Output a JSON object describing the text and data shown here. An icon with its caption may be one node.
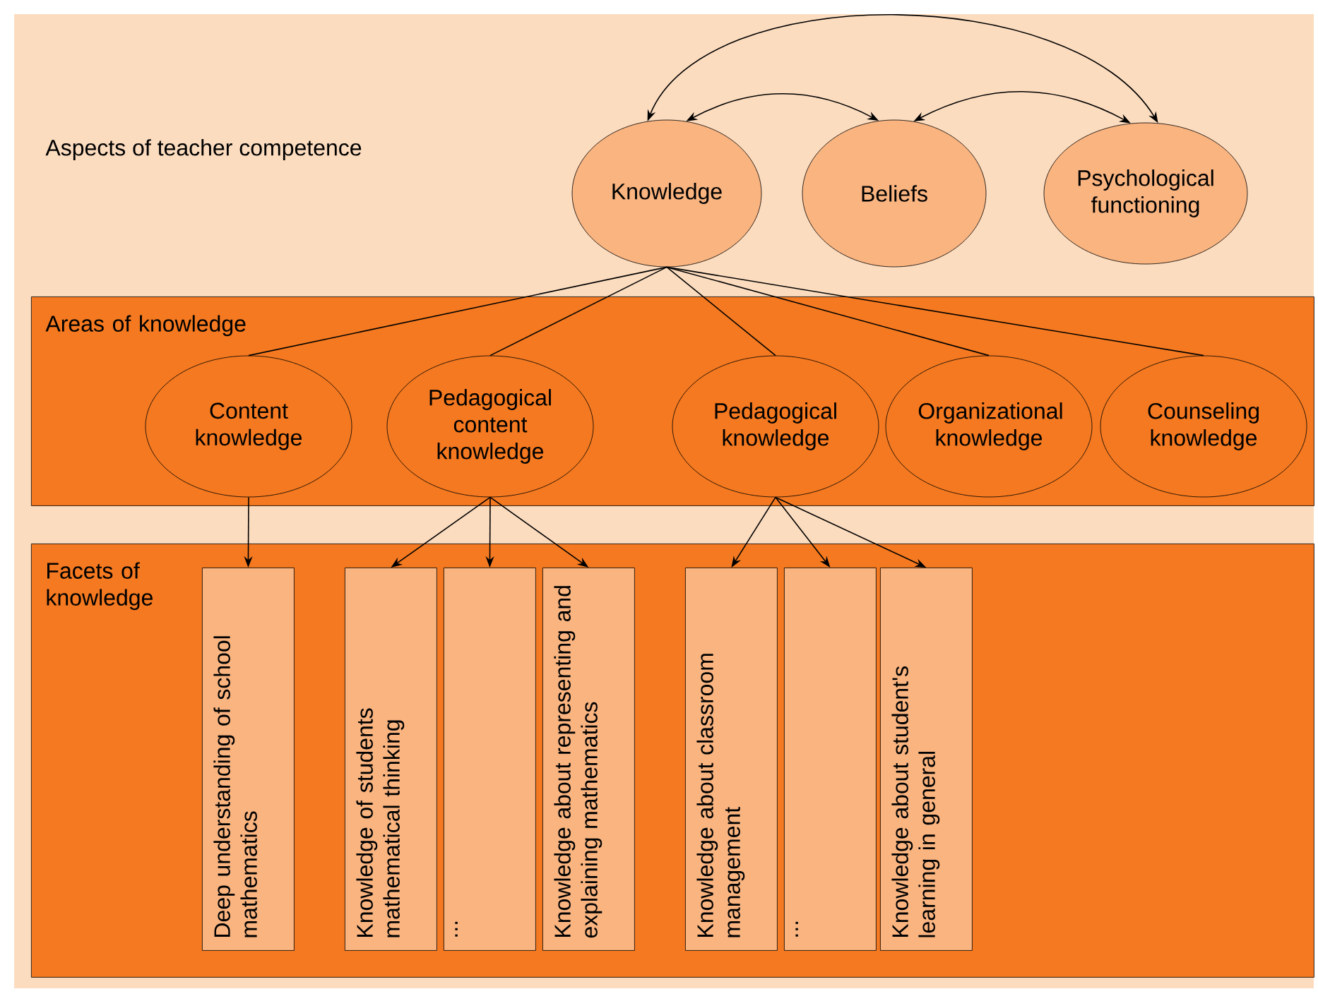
{
  "diagram": {
    "nodes": [
      {
        "text": [
          "Knowledge"
        ]
      },
      {
        "text": [
          "Beliefs"
        ]
      },
      {
        "text": [
          "Psychological functioning"
        ]
      },
      {
        "text": [
          "Areas of knowledge"
        ]
      },
      {
        "text": [
          "Content knowledge"
        ],
        "in": 3
      },
      {
        "text": [
          "Pedagogical content knowledge"
        ],
        "in": 3
      },
      {
        "text": [
          "Pedagogical knowledge"
        ],
        "in": 3
      },
      {
        "text": [
          "Organizational knowledge"
        ],
        "in": 3
      },
      {
        "text": [
          "Counseling knowledge"
        ],
        "in": 3
      },
      {
        "text": [
          "Facets of knowledge"
        ]
      },
      {
        "text": [
          "Deep understanding of school mathematics"
        ],
        "in": 9
      },
      {
        "text": [
          "Knowledge of students mathematical thinking"
        ],
        "in": 9
      },
      {
        "text": [
          "..."
        ],
        "in": 9
      },
      {
        "text": [
          "Knowledge about representing and explaining mathematics"
        ],
        "in": 9
      },
      {
        "text": [
          "Knowledge about classroom management"
        ],
        "in": 9
      },
      {
        "text": [
          "..."
        ],
        "in": 9
      },
      {
        "text": [
          "Knowledge about student's learning in general"
        ],
        "in": 9
      }
    ],
    "edges": [
      {
        "from": 0,
        "to": 2,
        "arrow": "both"
      },
      {
        "from": 0,
        "to": 1,
        "arrow": "both"
      },
      {
        "from": 1,
        "to": 2,
        "arrow": "both"
      },
      {
        "from": 0,
        "to": 4,
        "arrow": "none"
      },
      {
        "from": 0,
        "to": 5,
        "arrow": "none"
      },
      {
        "from": 0,
        "to": 6,
        "arrow": "none"
      },
      {
        "from": 0,
        "to": 7,
        "arrow": "none"
      },
      {
        "from": 0,
        "to": 8,
        "arrow": "none"
      },
      {
        "from": 4,
        "to": 10,
        "arrow": "to"
      },
      {
        "from": 5,
        "to": 11,
        "arrow": "to"
      },
      {
        "from": 5,
        "to": 12,
        "arrow": "to"
      },
      {
        "from": 5,
        "to": 13,
        "arrow": "to"
      },
      {
        "from": 6,
        "to": 14,
        "arrow": "to"
      },
      {
        "from": 6,
        "to": 15,
        "arrow": "to"
      },
      {
        "from": 6,
        "to": 16,
        "arrow": "to"
      }
    ],
    "labels": [
      "Aspects of teacher competence"
    ]
  }
}
